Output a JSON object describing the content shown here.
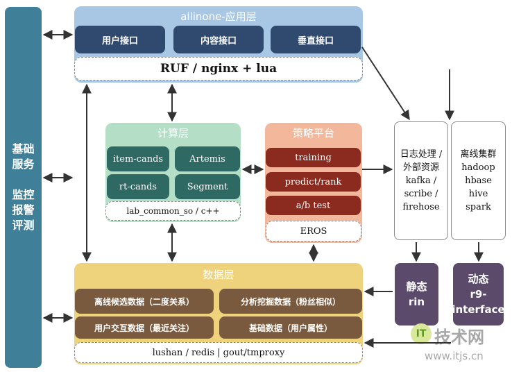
{
  "left_bar": {
    "group1": [
      "基础",
      "服务"
    ],
    "group2": [
      "监控",
      "报警",
      "评测"
    ]
  },
  "app_layer": {
    "title": "allinone-应用层",
    "buttons": [
      "用户接口",
      "内容接口",
      "垂直接口"
    ],
    "base": "RUF / nginx + lua"
  },
  "compute_layer": {
    "title": "计算层",
    "buttons": [
      "item-cands",
      "Artemis",
      "rt-cands",
      "Segment"
    ],
    "base": "lab_common_so / c++"
  },
  "strategy_platform": {
    "title": "策略平台",
    "buttons": [
      "training",
      "predict/rank",
      "a/b test"
    ],
    "base": "EROS"
  },
  "log_box": [
    "日志处理 /",
    "外部资源",
    "kafka /",
    "scribe /",
    "firehose"
  ],
  "cluster_box": [
    "离线集群",
    "hadoop",
    "hbase",
    "hive",
    "spark"
  ],
  "static_cache": [
    "静态",
    "rin"
  ],
  "dynamic_cache": [
    "动态",
    "r9-",
    "interface"
  ],
  "data_layer": {
    "title": "数据层",
    "buttons": [
      "离线候选数据（二度关系）",
      "分析挖掘数据（粉丝相似）",
      "用户交互数据（最近关注）",
      "基础数据（用户属性）"
    ],
    "base": "lushan / redis | gout/tmproxy"
  },
  "watermark": {
    "logo": "IT",
    "brand": "技术网",
    "url": "www.itjs.cn"
  },
  "colors": {
    "left_bar": "#3f7f97",
    "app_bg": "#a8c7e4",
    "app_btn": "#2f4a6e",
    "compute_bg": "#b4dec6",
    "compute_btn": "#2e6a63",
    "strategy_bg": "#f3b89c",
    "strategy_btn": "#8b2b1f",
    "data_bg": "#efd27c",
    "data_btn": "#7a5a3e",
    "cache": "#5b4a6a"
  }
}
